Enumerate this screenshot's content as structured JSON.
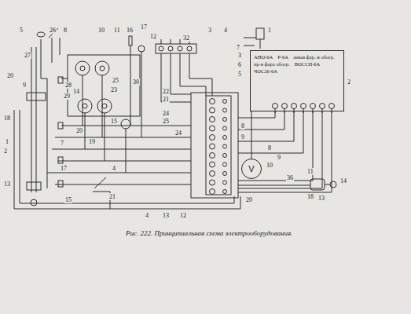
{
  "diagram": {
    "caption": "Рис. 222. Принципиальная схема электрооборудования.",
    "nodes": [
      {
        "text": [
          "АНО-6А",
          "Р-6А",
          "левая фар. и обогр.",
          "пр-я фара обогр.",
          "ВОССИ-6А",
          "ЧОС26-6А"
        ]
      },
      {
        "text": [
          "V"
        ]
      }
    ],
    "edges": [
      {
        "from": 1,
        "to": 0,
        "arrow": "none"
      }
    ],
    "labels": [
      "5",
      "26",
      "8",
      "10",
      "11",
      "16",
      "17",
      "12",
      "32",
      "3",
      "4",
      "1",
      "7",
      "3",
      "6",
      "5",
      "2",
      "27",
      "20",
      "9",
      "28",
      "14",
      "29",
      "25",
      "23",
      "30",
      "15",
      "20",
      "19",
      "7",
      "18",
      "1",
      "2",
      "17",
      "13",
      "4",
      "21",
      "15",
      "4",
      "13",
      "12",
      "22",
      "21",
      "24",
      "25",
      "24",
      "8",
      "9",
      "10",
      "36",
      "20",
      "11",
      "18",
      "13",
      "14",
      "8",
      "9"
    ]
  }
}
